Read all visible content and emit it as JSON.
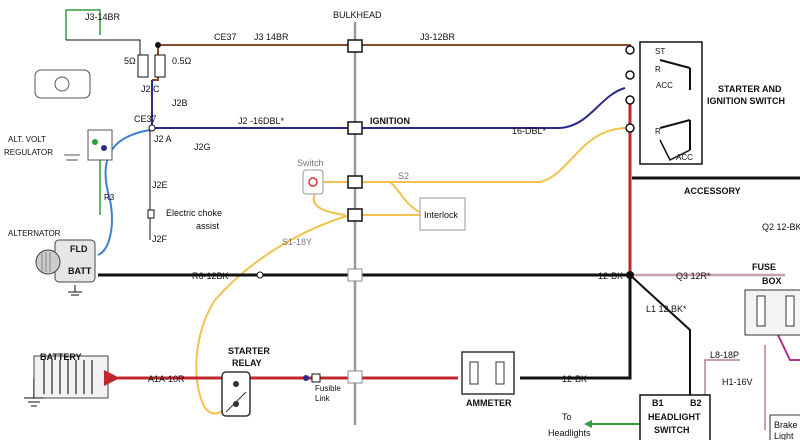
{
  "wire_labels": {
    "j3_14br_top": "J3-14BR",
    "ce37_top": "CE37",
    "j3_14br": "J3 14BR",
    "bulkhead": "BULKHEAD",
    "j3_12br": "J3-12BR",
    "r5": "5Ω",
    "r05": "0.5Ω",
    "j2c": "J2 C",
    "j2b": "J2B",
    "ce37_mid": "CE37",
    "j2a": "J2 A",
    "j2_16dbl": "J2 -16DBL*",
    "ignition": "IGNITION",
    "dbl16": "16-DBL*",
    "j2g": "J2G",
    "alt_volt_reg": [
      "ALT. VOLT",
      "REGULATOR"
    ],
    "r3": "R3",
    "j2e": "J2E",
    "electric_choke": [
      "Electric choke",
      "assist"
    ],
    "j2f": "J2F",
    "switch": "Switch",
    "s2": "S2",
    "interlock": "Interlock",
    "s1_18y": "S1-18Y",
    "alternator": "ALTERNATOR",
    "fld": "FLD",
    "batt": "BATT",
    "r6_12bk": "R6-12BK",
    "bk12_right": "12-BK",
    "q3_12r": "Q3 12R*",
    "accessory": "ACCESSORY",
    "q2": "Q2 12-BK",
    "fuse_box": [
      "FUSE",
      "BOX"
    ],
    "l1_12bk": "L1 12 BK*",
    "l8_18p": "L8-18P",
    "h1_16v": "H1-16V",
    "battery": "BATTERY",
    "a1a_10r": "A1A-10R",
    "starter_relay": [
      "STARTER",
      "RELAY"
    ],
    "fusible_link": [
      "Fusible",
      "Link"
    ],
    "ammeter": "AMMETER",
    "bk12_bottom": "12-BK",
    "to_headlights": [
      "To",
      "Headlights"
    ],
    "headlight_switch": [
      "B1",
      "B2",
      "HEADLIGHT",
      "SWITCH"
    ],
    "brake_light": [
      "Brake",
      "Light"
    ]
  },
  "starter_ignition_switch": {
    "title": [
      "STARTER AND",
      "IGNITION SWITCH"
    ],
    "terminals": [
      "ST",
      "R",
      "ACC",
      "R",
      "ACC"
    ]
  },
  "colors": {
    "brown": "#8b4a2b",
    "blue": "#2a2a8c",
    "yellow": "#f2c14e",
    "red": "#c0272d",
    "black": "#111111",
    "green": "#2e9e3e",
    "pink": "#c9a0a8",
    "light_blue": "#3f7fd0"
  }
}
